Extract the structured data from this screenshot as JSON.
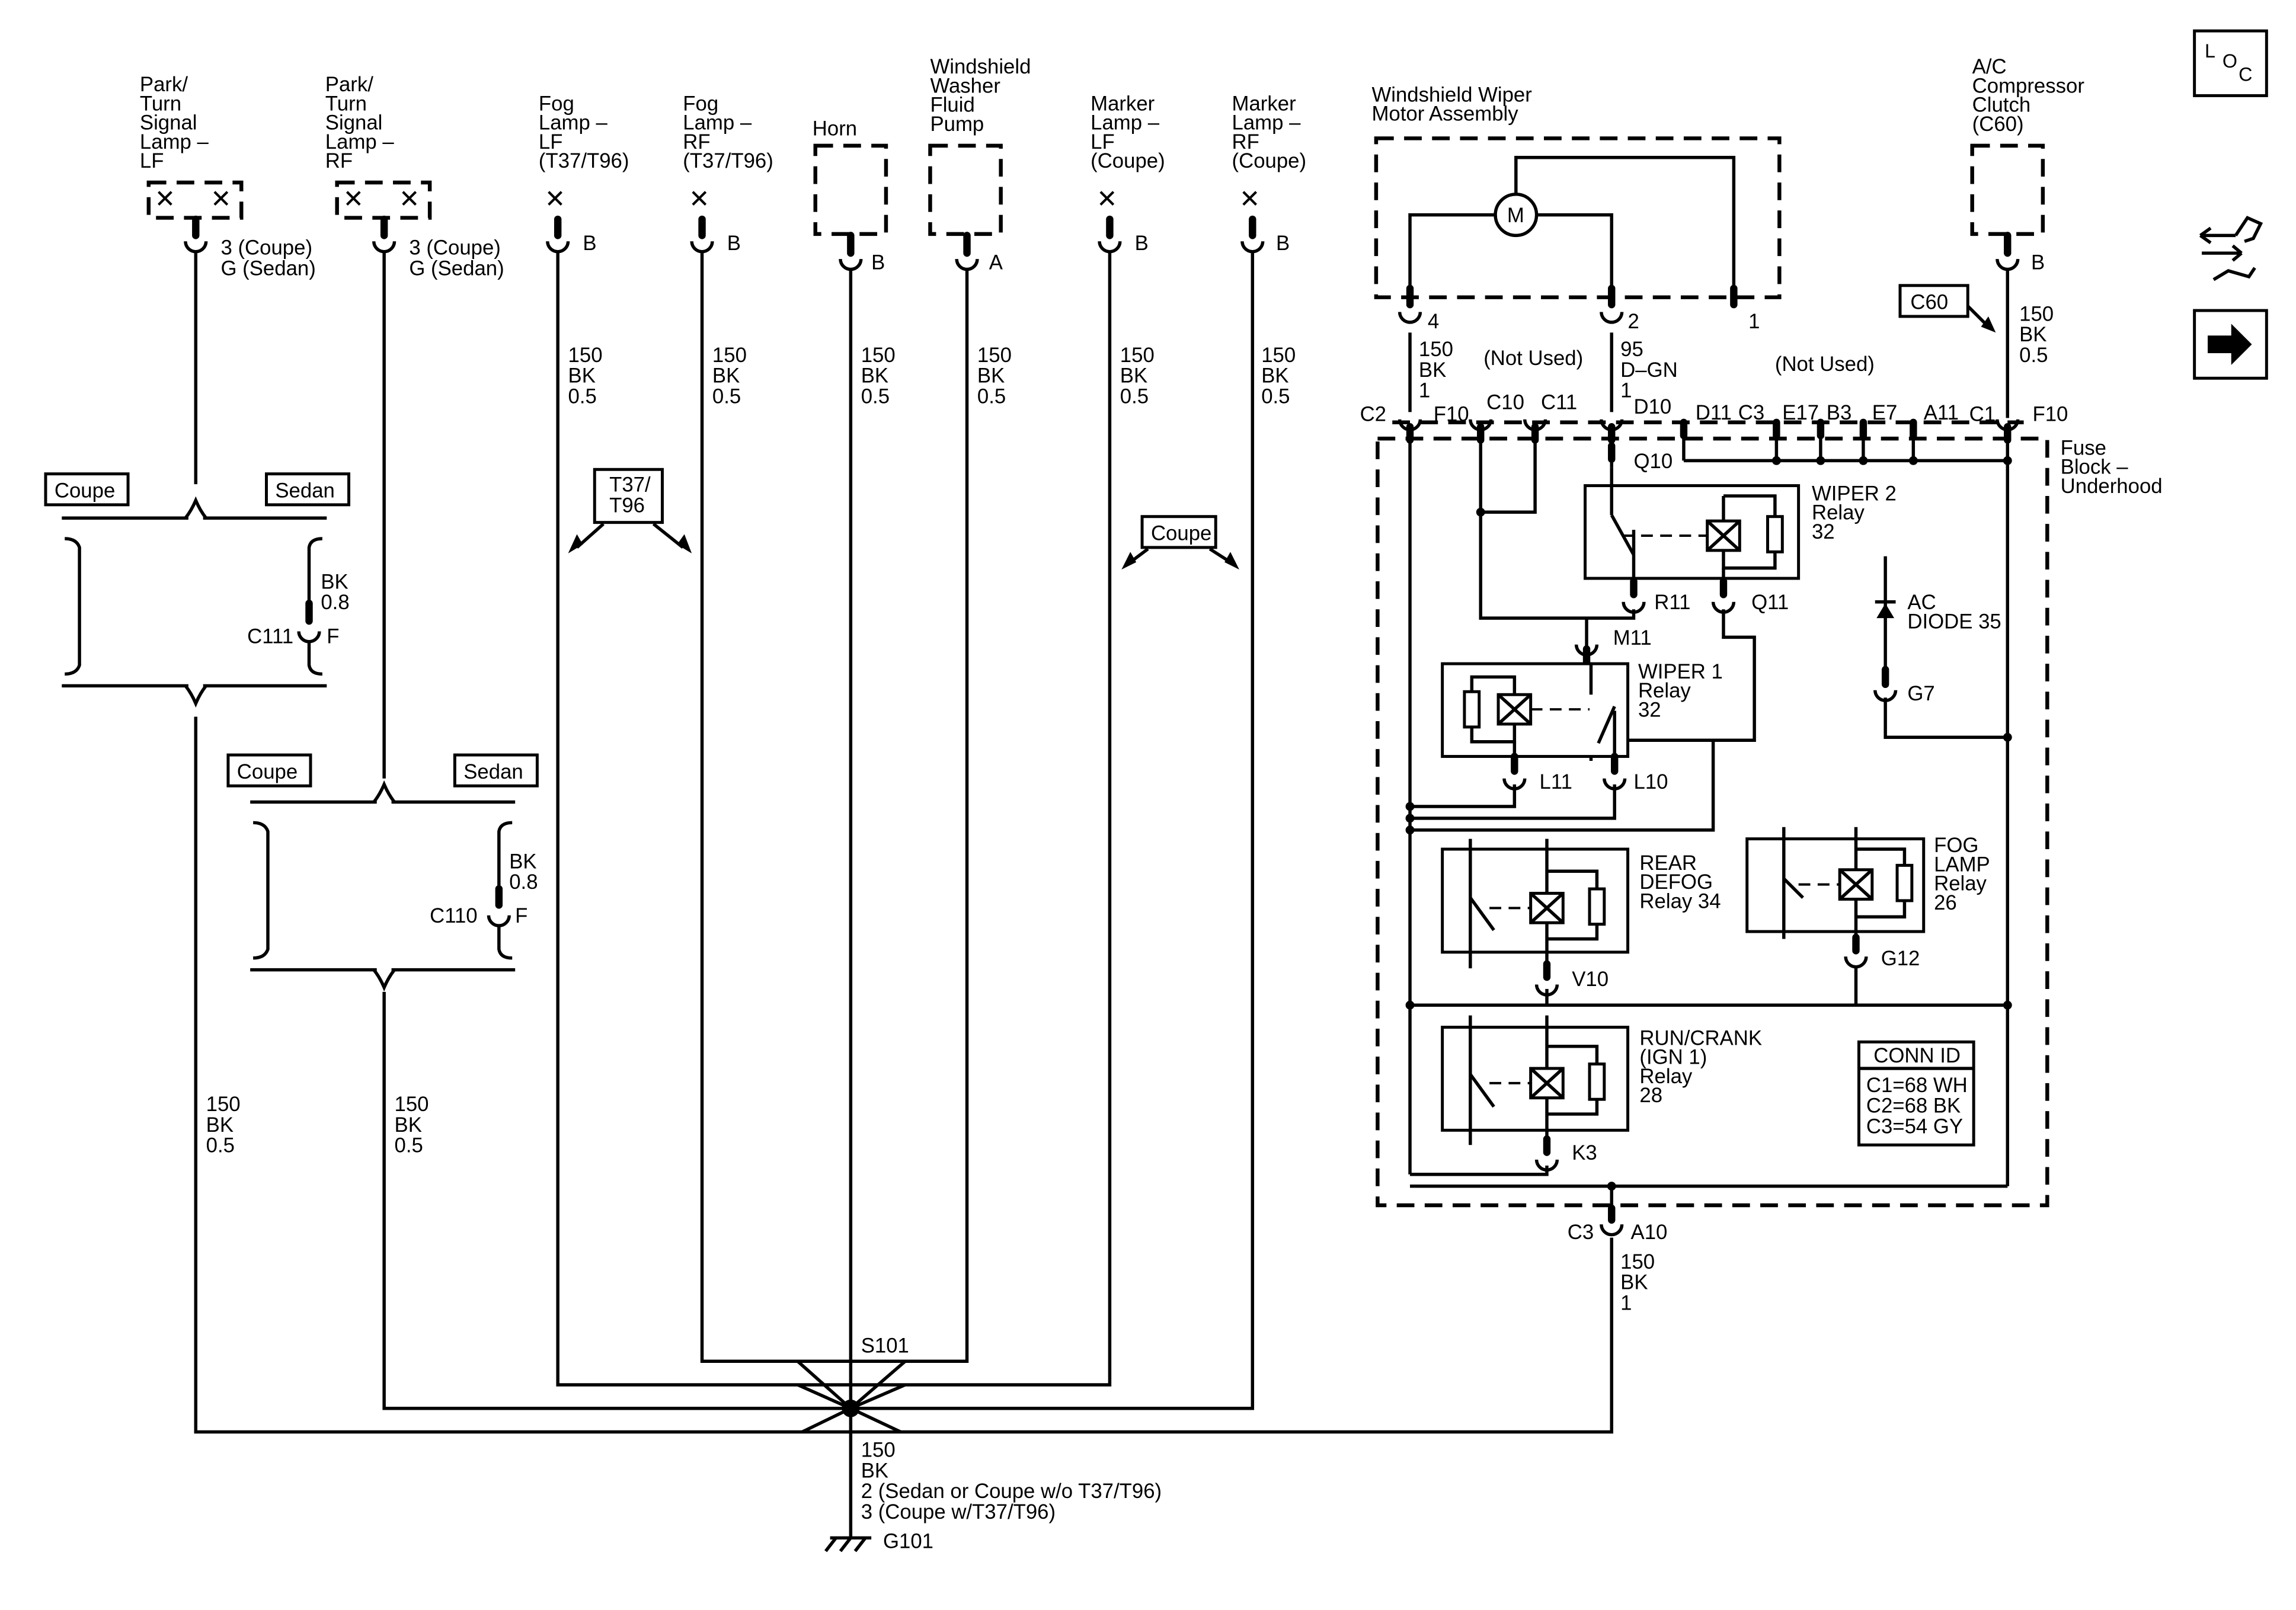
{
  "components": {
    "park_lf": [
      "Park/",
      "Turn",
      "Signal",
      "Lamp –",
      "LF"
    ],
    "park_rf": [
      "Park/",
      "Turn",
      "Signal",
      "Lamp –",
      "RF"
    ],
    "fog_lf": [
      "Fog",
      "Lamp –",
      "LF",
      "(T37/T96)"
    ],
    "fog_rf": [
      "Fog",
      "Lamp –",
      "RF",
      "(T37/T96)"
    ],
    "horn": [
      "Horn"
    ],
    "washer": [
      "Windshield",
      "Washer",
      "Fluid",
      "Pump"
    ],
    "marker_lf": [
      "Marker",
      "Lamp –",
      "LF",
      "(Coupe)"
    ],
    "marker_rf": [
      "Marker",
      "Lamp –",
      "RF",
      "(Coupe)"
    ],
    "wiper_motor": [
      "Windshield Wiper",
      "Motor Assembly"
    ],
    "ac_clutch": [
      "A/C",
      "Compressor",
      "Clutch",
      "(C60)"
    ],
    "fuse_block": [
      "Fuse",
      "Block –",
      "Underhood"
    ]
  },
  "pins": {
    "park_lf": [
      "3 (Coupe)",
      "G (Sedan)"
    ],
    "park_rf": [
      "3 (Coupe)",
      "G (Sedan)"
    ],
    "fog_lf": "B",
    "fog_rf": "B",
    "horn": "B",
    "washer": "A",
    "marker_lf": "B",
    "marker_rf": "B",
    "ac_clutch": "B",
    "motor_4": "4",
    "motor_2": "2",
    "motor_1": "1"
  },
  "wires": {
    "std": [
      "150",
      "BK",
      "0.5"
    ],
    "bk08": [
      "BK",
      "0.8"
    ],
    "motor4": [
      "150",
      "BK",
      "1"
    ],
    "motor2": [
      "95",
      "D–GN",
      "1"
    ],
    "ground": [
      "150",
      "BK",
      "1"
    ],
    "g101": [
      "150",
      "BK",
      "2 (Sedan or Coupe w/o T37/T96)",
      "3 (Coupe w/T37/T96)"
    ]
  },
  "option_tags": {
    "coupe": "Coupe",
    "sedan": "Sedan",
    "t37": [
      "T37/",
      "T96"
    ],
    "c60": "C60"
  },
  "connectors": {
    "c111": "C111",
    "c110": "C110",
    "f": "F",
    "c2": "C2",
    "f10": "F10",
    "c10": "C10",
    "c11": "C11",
    "d10": "D10",
    "d11": "D11",
    "c3": "C3",
    "e17": "E17",
    "b3": "B3",
    "e7": "E7",
    "a11": "A11",
    "c1": "C1",
    "f10b": "F10",
    "q10": "Q10",
    "r11": "R11",
    "q11": "Q11",
    "m11": "M11",
    "l11": "L11",
    "l10": "L10",
    "g7": "G7",
    "v10": "V10",
    "g12": "G12",
    "k3": "K3",
    "c3b": "C3",
    "a10": "A10"
  },
  "not_used": "(Not Used)",
  "relays": {
    "wiper2": [
      "WIPER 2",
      "Relay",
      "32"
    ],
    "wiper1": [
      "WIPER 1",
      "Relay",
      "32"
    ],
    "rear_defog": [
      "REAR",
      "DEFOG",
      "Relay 34"
    ],
    "fog_lamp": [
      "FOG",
      "LAMP",
      "Relay",
      "26"
    ],
    "run_crank": [
      "RUN/CRANK",
      "(IGN 1)",
      "Relay",
      "28"
    ],
    "ac_diode": [
      "AC",
      "DIODE 35"
    ]
  },
  "conn_id": {
    "title": "CONN ID",
    "rows": [
      "C1=68 WH",
      "C2=68 BK",
      "C3=54 GY"
    ]
  },
  "splice": "S101",
  "ground": "G101",
  "motor_symbol": "M",
  "loc": {
    "l": "L",
    "o": "O",
    "c": "C"
  }
}
